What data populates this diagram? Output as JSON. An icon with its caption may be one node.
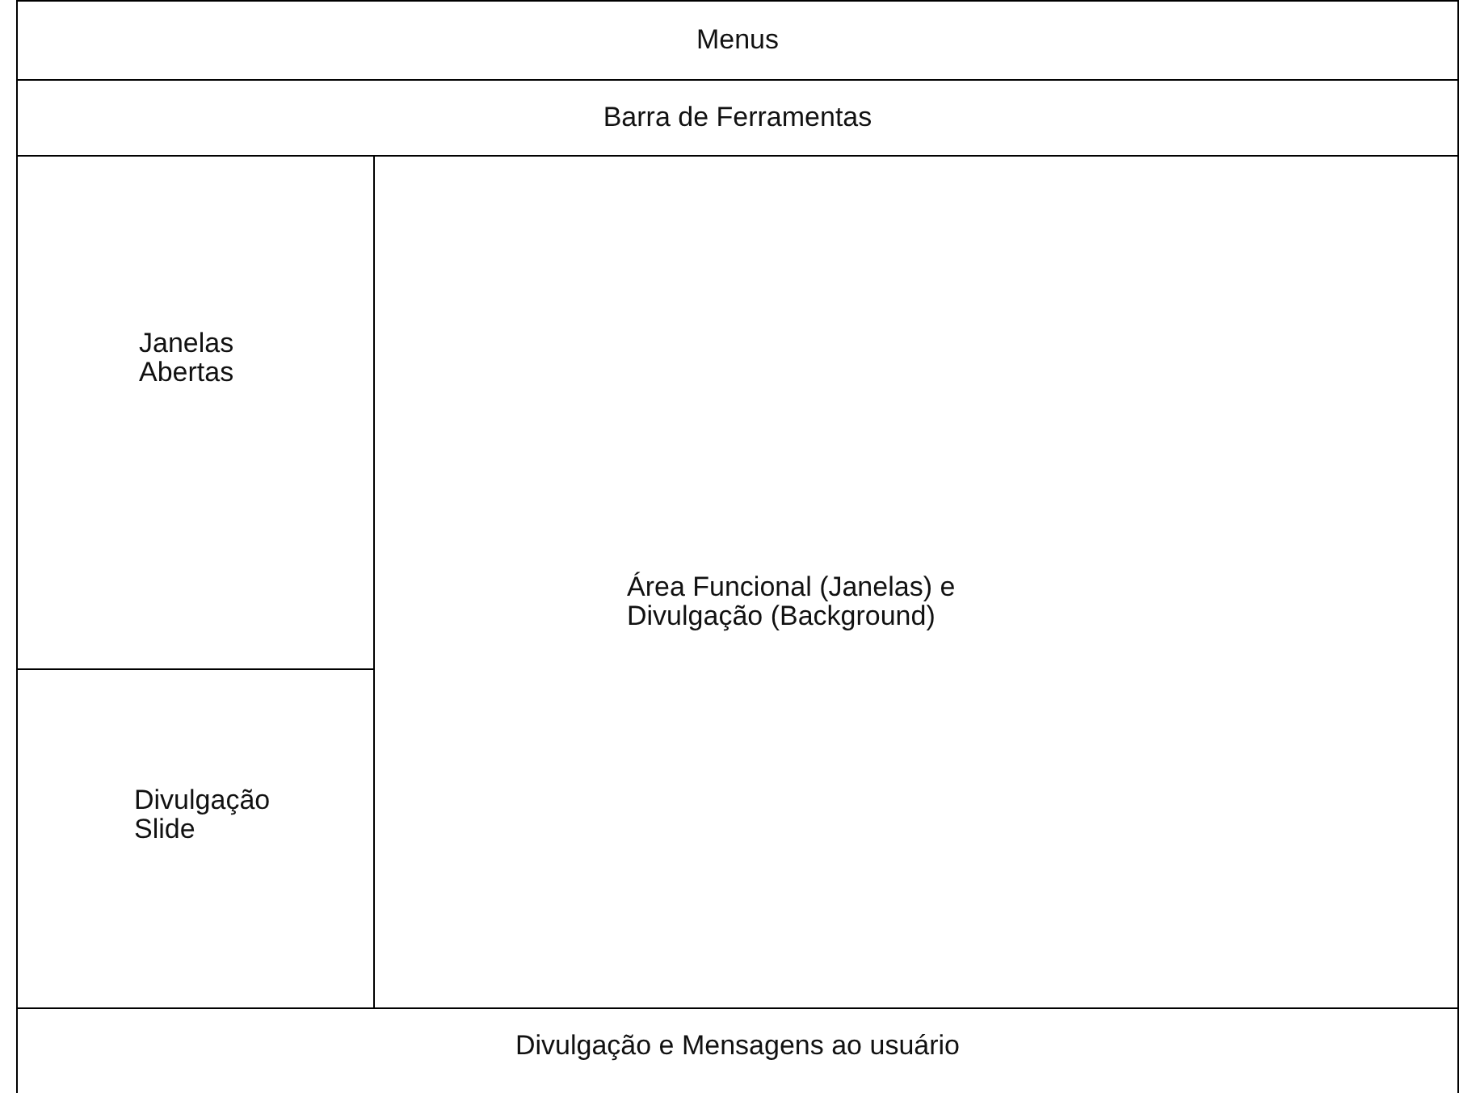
{
  "diagram": {
    "nodes": [
      {
        "text": [
          "Menus"
        ]
      },
      {
        "text": [
          "Barra de Ferramentas"
        ]
      },
      {
        "text": [
          "Janelas Abertas"
        ]
      },
      {
        "text": [
          "Área Funcional (Janelas) e Divulgação (Background)"
        ]
      },
      {
        "text": [
          "Divulgação Slide"
        ]
      },
      {
        "text": [
          "Divulgação e Mensagens ao usuário"
        ]
      }
    ]
  }
}
